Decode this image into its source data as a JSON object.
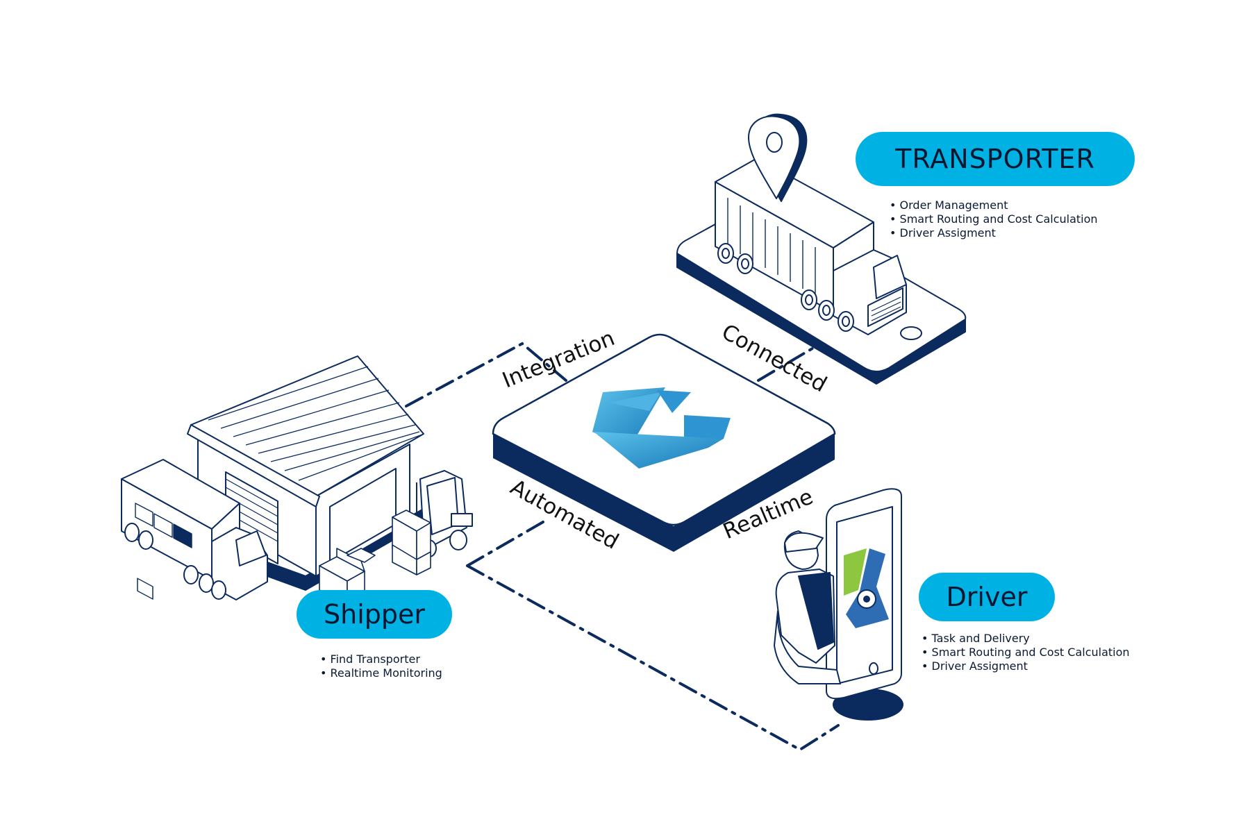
{
  "nodes": {
    "transporter": {
      "label": "TRANSPORTER",
      "features": [
        "Order Management",
        "Smart Routing and Cost Calculation",
        "Driver Assigment"
      ]
    },
    "shipper": {
      "label": "Shipper",
      "features": [
        "Find Transporter",
        "Realtime Monitoring"
      ]
    },
    "driver": {
      "label": "Driver",
      "features": [
        "Task and Delivery",
        "Smart Routing and Cost Calculation",
        "Driver Assigment"
      ]
    }
  },
  "connections": {
    "integration": "Integration",
    "connected": "Connected",
    "automated": "Automated",
    "realtime": "Realtime"
  },
  "colors": {
    "accent": "#00b2e3",
    "navy": "#0b2a5e",
    "line": "#0b2a5e"
  },
  "icons": [
    "platform-logo-icon",
    "warehouse-icon",
    "truck-icon",
    "forklift-icon",
    "boxes-icon",
    "map-pin-icon",
    "smartphone-icon",
    "driver-person-icon",
    "driver-app-logo-icon"
  ]
}
